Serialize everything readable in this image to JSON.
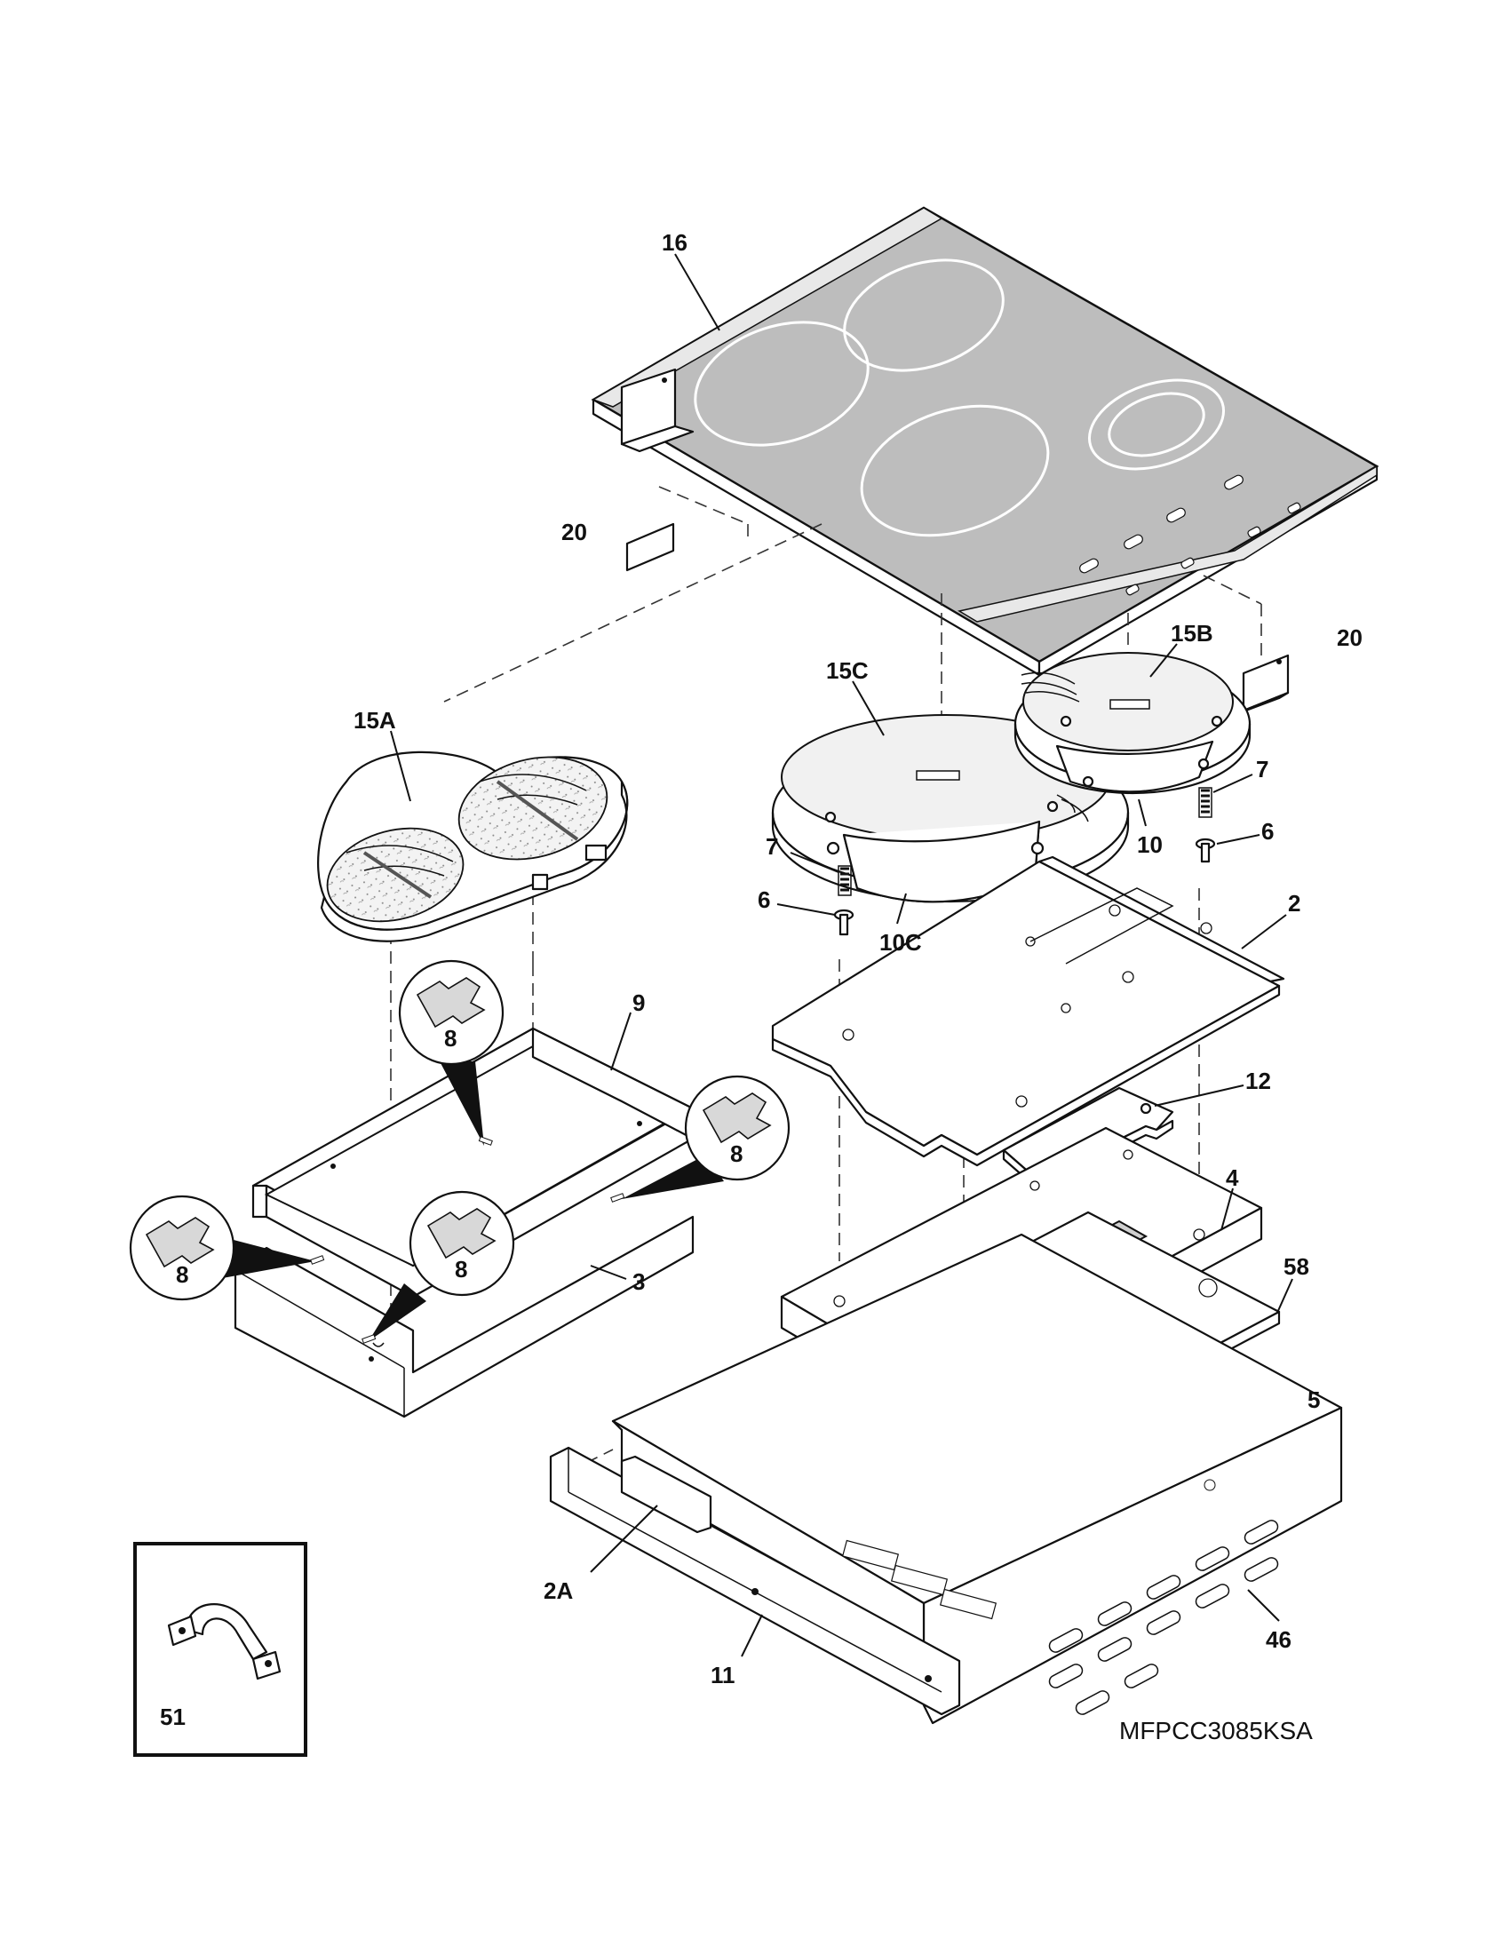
{
  "diagram": {
    "model_number": "MFPCC3085KSA",
    "callouts": {
      "c16": "16",
      "c20a": "20",
      "c20b": "20",
      "c15a": "15A",
      "c15b": "15B",
      "c15c": "15C",
      "c7a": "7",
      "c7b": "7",
      "c6a": "6",
      "c6b": "6",
      "c10": "10",
      "c10c": "10C",
      "c2": "2",
      "c2a": "2A",
      "c9": "9",
      "c12": "12",
      "c8a": "8",
      "c8b": "8",
      "c8c": "8",
      "c8d": "8",
      "c3": "3",
      "c4": "4",
      "c58": "58",
      "c5": "5",
      "c46": "46",
      "c11": "11",
      "c51": "51"
    }
  }
}
